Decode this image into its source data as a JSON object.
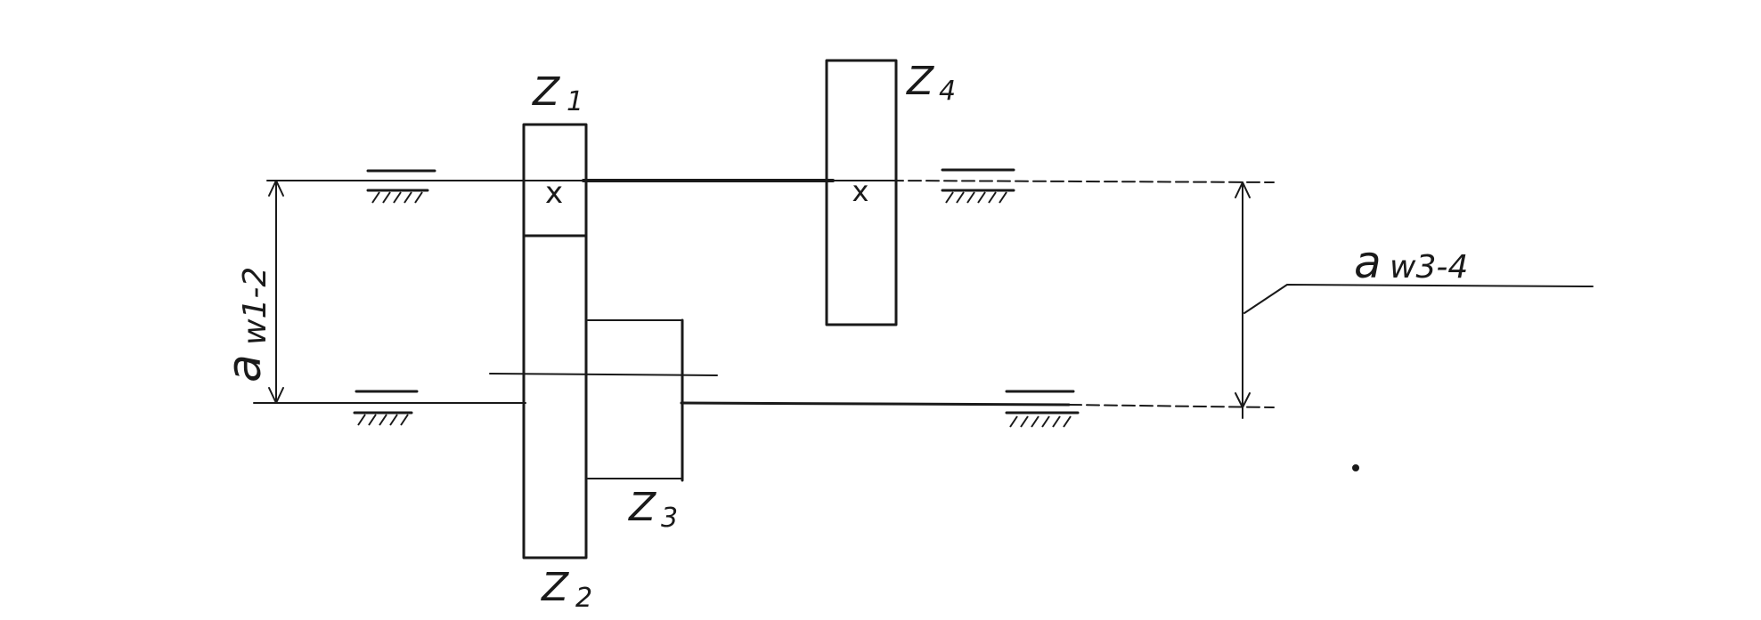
{
  "diagram": {
    "gear_labels": {
      "z1": {
        "base": "Z",
        "sub": "1"
      },
      "z2": {
        "base": "Z",
        "sub": "2"
      },
      "z3": {
        "base": "Z",
        "sub": "3"
      },
      "z4": {
        "base": "Z",
        "sub": "4"
      }
    },
    "center_distances": {
      "a12": {
        "base": "a",
        "sub": "w1-2"
      },
      "a34": {
        "base": "a",
        "sub": "w3-4"
      }
    },
    "fixed_gear_marks": {
      "z1": "x",
      "z4": "x"
    },
    "colors": {
      "ink": "#1a1a1a",
      "paper": "#ffffff"
    }
  }
}
